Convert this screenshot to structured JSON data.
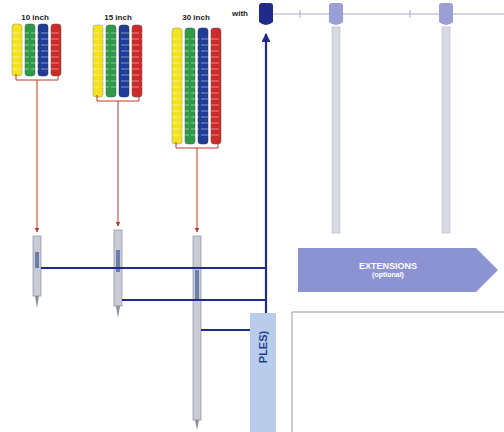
{
  "diagram": {
    "nodes": [
      {
        "text": [
          "EXTENSIONS",
          "(optional)"
        ]
      },
      {
        "text": [
          "PLES)"
        ]
      }
    ],
    "labels": [
      "10 inch",
      "15 inch",
      "30 inch",
      "with"
    ]
  }
}
